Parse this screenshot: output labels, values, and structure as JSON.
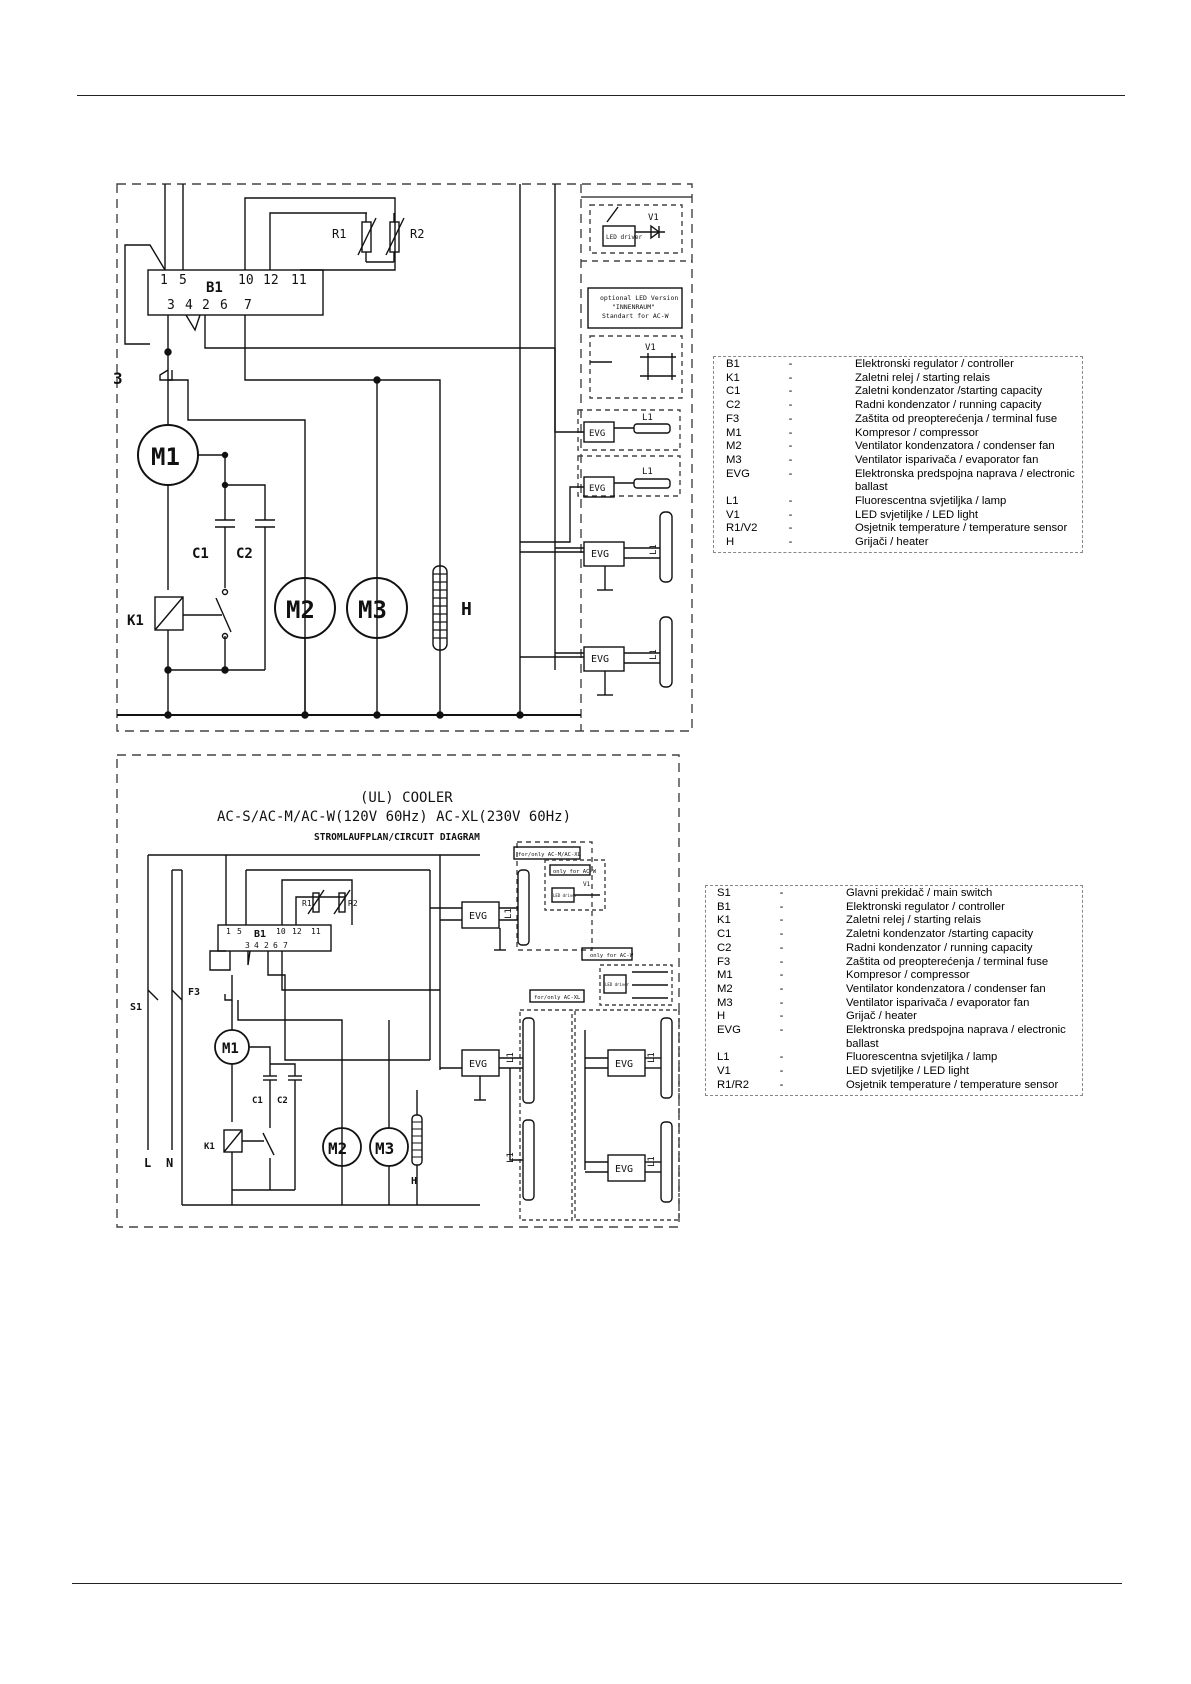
{
  "page": {
    "background": "#ffffff",
    "line_color": "#111111"
  },
  "top_diagram": {
    "terminals_top": [
      "1",
      "5",
      "10",
      "12",
      "11"
    ],
    "terminals_bottom": [
      "3",
      "4",
      "2",
      "6",
      "7"
    ],
    "controller": "B1",
    "sensors": [
      "R1",
      "R2"
    ],
    "compressor": "M1",
    "capacitors": [
      "C1",
      "C2"
    ],
    "relay": "K1",
    "fans": [
      "M2",
      "M3"
    ],
    "heater": "H",
    "fuse_partial": "3",
    "led_driver": "LED driver",
    "led": "V1",
    "led_option_lines": [
      "optional LED Version",
      "\"INNENRAUM\"",
      "Standart for AC-W"
    ],
    "ballast": "EVG",
    "lamp": "L1"
  },
  "top_legend": [
    {
      "code": "B1",
      "dash": "-",
      "desc": "Elektronski regulator / controller"
    },
    {
      "code": "K1",
      "dash": "-",
      "desc": "Zaletni relej / starting relais"
    },
    {
      "code": "C1",
      "dash": "-",
      "desc": "Zaletni kondenzator /starting capacity"
    },
    {
      "code": "C2",
      "dash": "-",
      "desc": "Radni kondenzator / running capacity"
    },
    {
      "code": "F3",
      "dash": "-",
      "desc": "Zaštita od preopterećenja / terminal fuse"
    },
    {
      "code": "M1",
      "dash": "-",
      "desc": "Kompresor / compressor"
    },
    {
      "code": "M2",
      "dash": "-",
      "desc": "Ventilator kondenzatora / condenser fan"
    },
    {
      "code": "M3",
      "dash": "-",
      "desc": "Ventilator isparivača / evaporator fan"
    },
    {
      "code": "EVG",
      "dash": "-",
      "desc": "Elektronska predspojna naprava / electronic ballast"
    },
    {
      "code": "L1",
      "dash": "-",
      "desc": "Fluorescentna svjetiljka / lamp"
    },
    {
      "code": "V1",
      "dash": "-",
      "desc": "LED svjetiljke / LED light"
    },
    {
      "code": "R1/V2",
      "dash": "-",
      "desc": "Osjetnik temperature / temperature sensor"
    },
    {
      "code": "H",
      "dash": "-",
      "desc": "Grijači / heater"
    }
  ],
  "bottom_diagram": {
    "title_line1": "(UL) COOLER",
    "title_line2": "AC-S/AC-M/AC-W(120V 60Hz) AC-XL(230V 60Hz)",
    "title_line3": "STROMLAUFPLAN/CIRCUIT DIAGRAM",
    "note_top": "for/only AC-M/AC-XL",
    "note_ac_w": "only for AC-W",
    "note_ac_w2": "only for AC-W",
    "note_ac_xl": "for/only AC-XL",
    "switch": "S1",
    "fuse": "F3",
    "line": "L",
    "neutral": "N",
    "controller": "B1",
    "terminals_top": [
      "1",
      "5",
      "10",
      "12",
      "11"
    ],
    "terminals_bottom": [
      "3",
      "4",
      "2",
      "6",
      "7"
    ],
    "sensors": [
      "R1",
      "R2"
    ],
    "compressor": "M1",
    "capacitors": [
      "C1",
      "C2"
    ],
    "relay": "K1",
    "fans": [
      "M2",
      "M3"
    ],
    "heater": "H",
    "ballast": "EVG",
    "lamp": "L1",
    "led": "V1",
    "led_driver": "LED driver"
  },
  "bottom_legend": [
    {
      "code": "S1",
      "dash": "-",
      "desc": "Glavni prekidač / main switch"
    },
    {
      "code": "B1",
      "dash": "-",
      "desc": "Elektronski regulator / controller"
    },
    {
      "code": "K1",
      "dash": "-",
      "desc": "Zaletni relej / starting relais"
    },
    {
      "code": "C1",
      "dash": "-",
      "desc": "Zaletni kondenzator /starting capacity"
    },
    {
      "code": "C2",
      "dash": "-",
      "desc": "Radni kondenzator / running capacity"
    },
    {
      "code": "F3",
      "dash": "-",
      "desc": "Zaštita od preopterećenja / terminal fuse"
    },
    {
      "code": "M1",
      "dash": "-",
      "desc": "Kompresor / compressor"
    },
    {
      "code": "M2",
      "dash": "-",
      "desc": "Ventilator kondenzatora / condenser fan"
    },
    {
      "code": "M3",
      "dash": "-",
      "desc": "Ventilator isparivača / evaporator fan"
    },
    {
      "code": "H",
      "dash": "-",
      "desc": "Grijač / heater"
    },
    {
      "code": "EVG",
      "dash": "-",
      "desc": "Elektronska predspojna naprava / electronic ballast"
    },
    {
      "code": "L1",
      "dash": "-",
      "desc": "Fluorescentna svjetiljka / lamp"
    },
    {
      "code": "V1",
      "dash": "-",
      "desc": "LED svjetiljke / LED light"
    },
    {
      "code": "R1/R2",
      "dash": "-",
      "desc": "Osjetnik temperature / temperature sensor"
    }
  ]
}
